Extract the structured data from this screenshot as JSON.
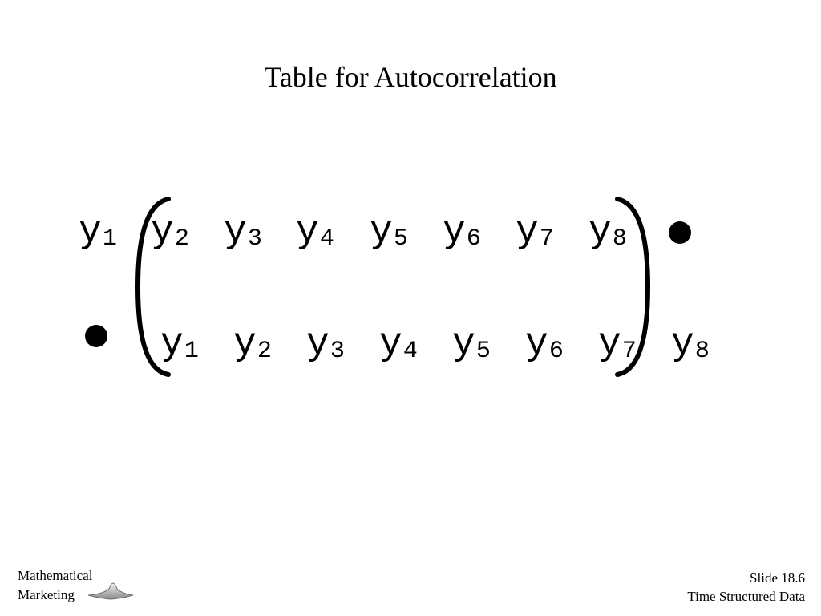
{
  "slide": {
    "title": "Table for Autocorrelation"
  },
  "sequence": {
    "top_row": [
      {
        "var": "y",
        "sub": "1"
      },
      {
        "var": "y",
        "sub": "2"
      },
      {
        "var": "y",
        "sub": "3"
      },
      {
        "var": "y",
        "sub": "4"
      },
      {
        "var": "y",
        "sub": "5"
      },
      {
        "var": "y",
        "sub": "6"
      },
      {
        "var": "y",
        "sub": "7"
      },
      {
        "var": "y",
        "sub": "8"
      }
    ],
    "bottom_row": [
      {
        "var": "y",
        "sub": "1"
      },
      {
        "var": "y",
        "sub": "2"
      },
      {
        "var": "y",
        "sub": "3"
      },
      {
        "var": "y",
        "sub": "4"
      },
      {
        "var": "y",
        "sub": "5"
      },
      {
        "var": "y",
        "sub": "6"
      },
      {
        "var": "y",
        "sub": "7"
      },
      {
        "var": "y",
        "sub": "8"
      }
    ]
  },
  "footer": {
    "logo_line1": "Mathematical",
    "logo_line2": "Marketing",
    "slide_number": "Slide 18.6",
    "section": "Time Structured Data"
  }
}
